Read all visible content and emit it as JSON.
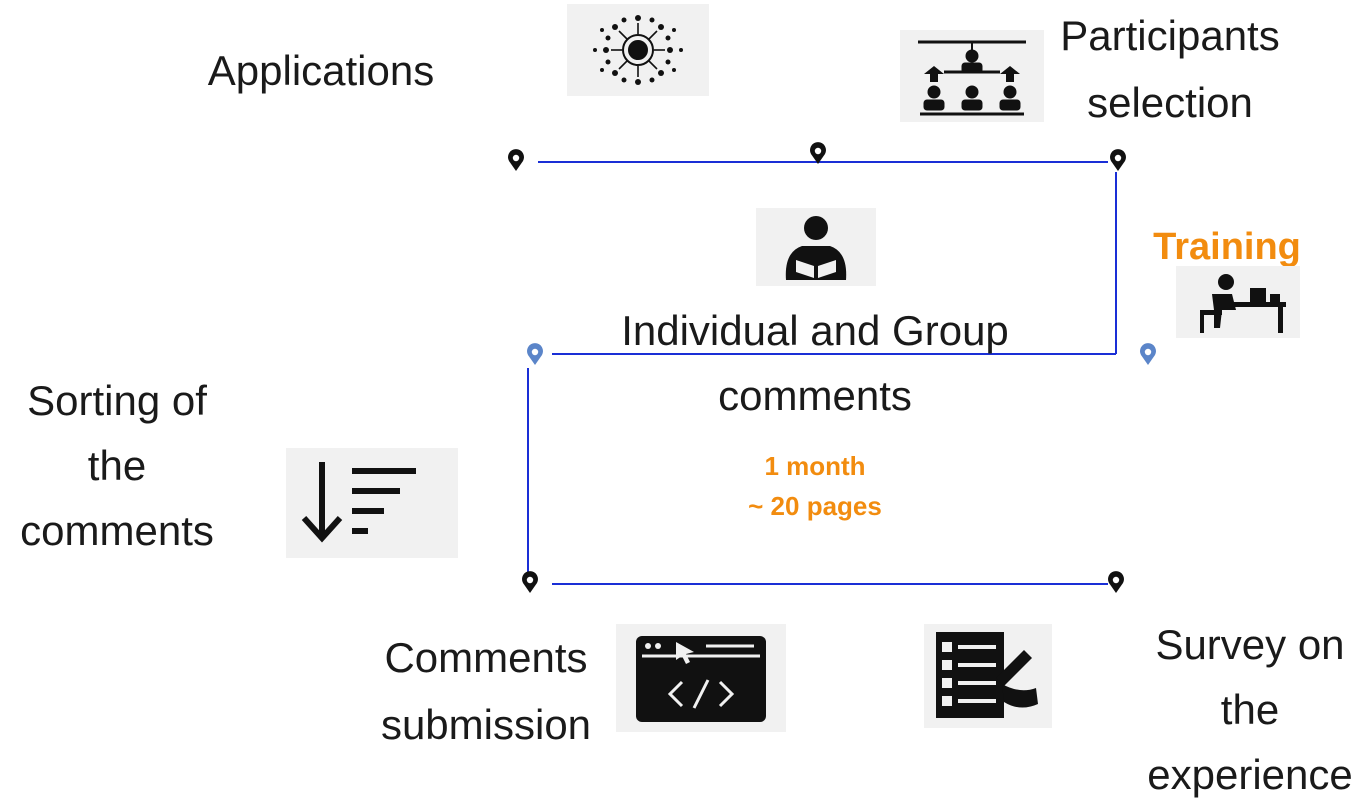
{
  "labels": {
    "applications": "Applications",
    "participants_selection": [
      "Participants",
      "selection"
    ],
    "training": "Training",
    "individual_group_comments": [
      "Individual and Group",
      "comments"
    ],
    "duration": "1 month",
    "pages": "~ 20 pages",
    "sorting_comments": [
      "Sorting of",
      "the",
      "comments"
    ],
    "comments_submission": [
      "Comments",
      "submission"
    ],
    "survey_experience": [
      "Survey on",
      "the",
      "experience"
    ]
  },
  "colors": {
    "path_line": "#1a2fd6",
    "marker_dark": "#111111",
    "marker_blue": "#5b85c9",
    "accent": "#f28c0f",
    "icon_bg": "#f1f1f1"
  },
  "icons": [
    "radial-burst-icon",
    "hierarchy-people-icon",
    "reader-person-icon",
    "desk-worker-icon",
    "sort-descending-icon",
    "code-window-icon",
    "survey-checklist-icon"
  ]
}
